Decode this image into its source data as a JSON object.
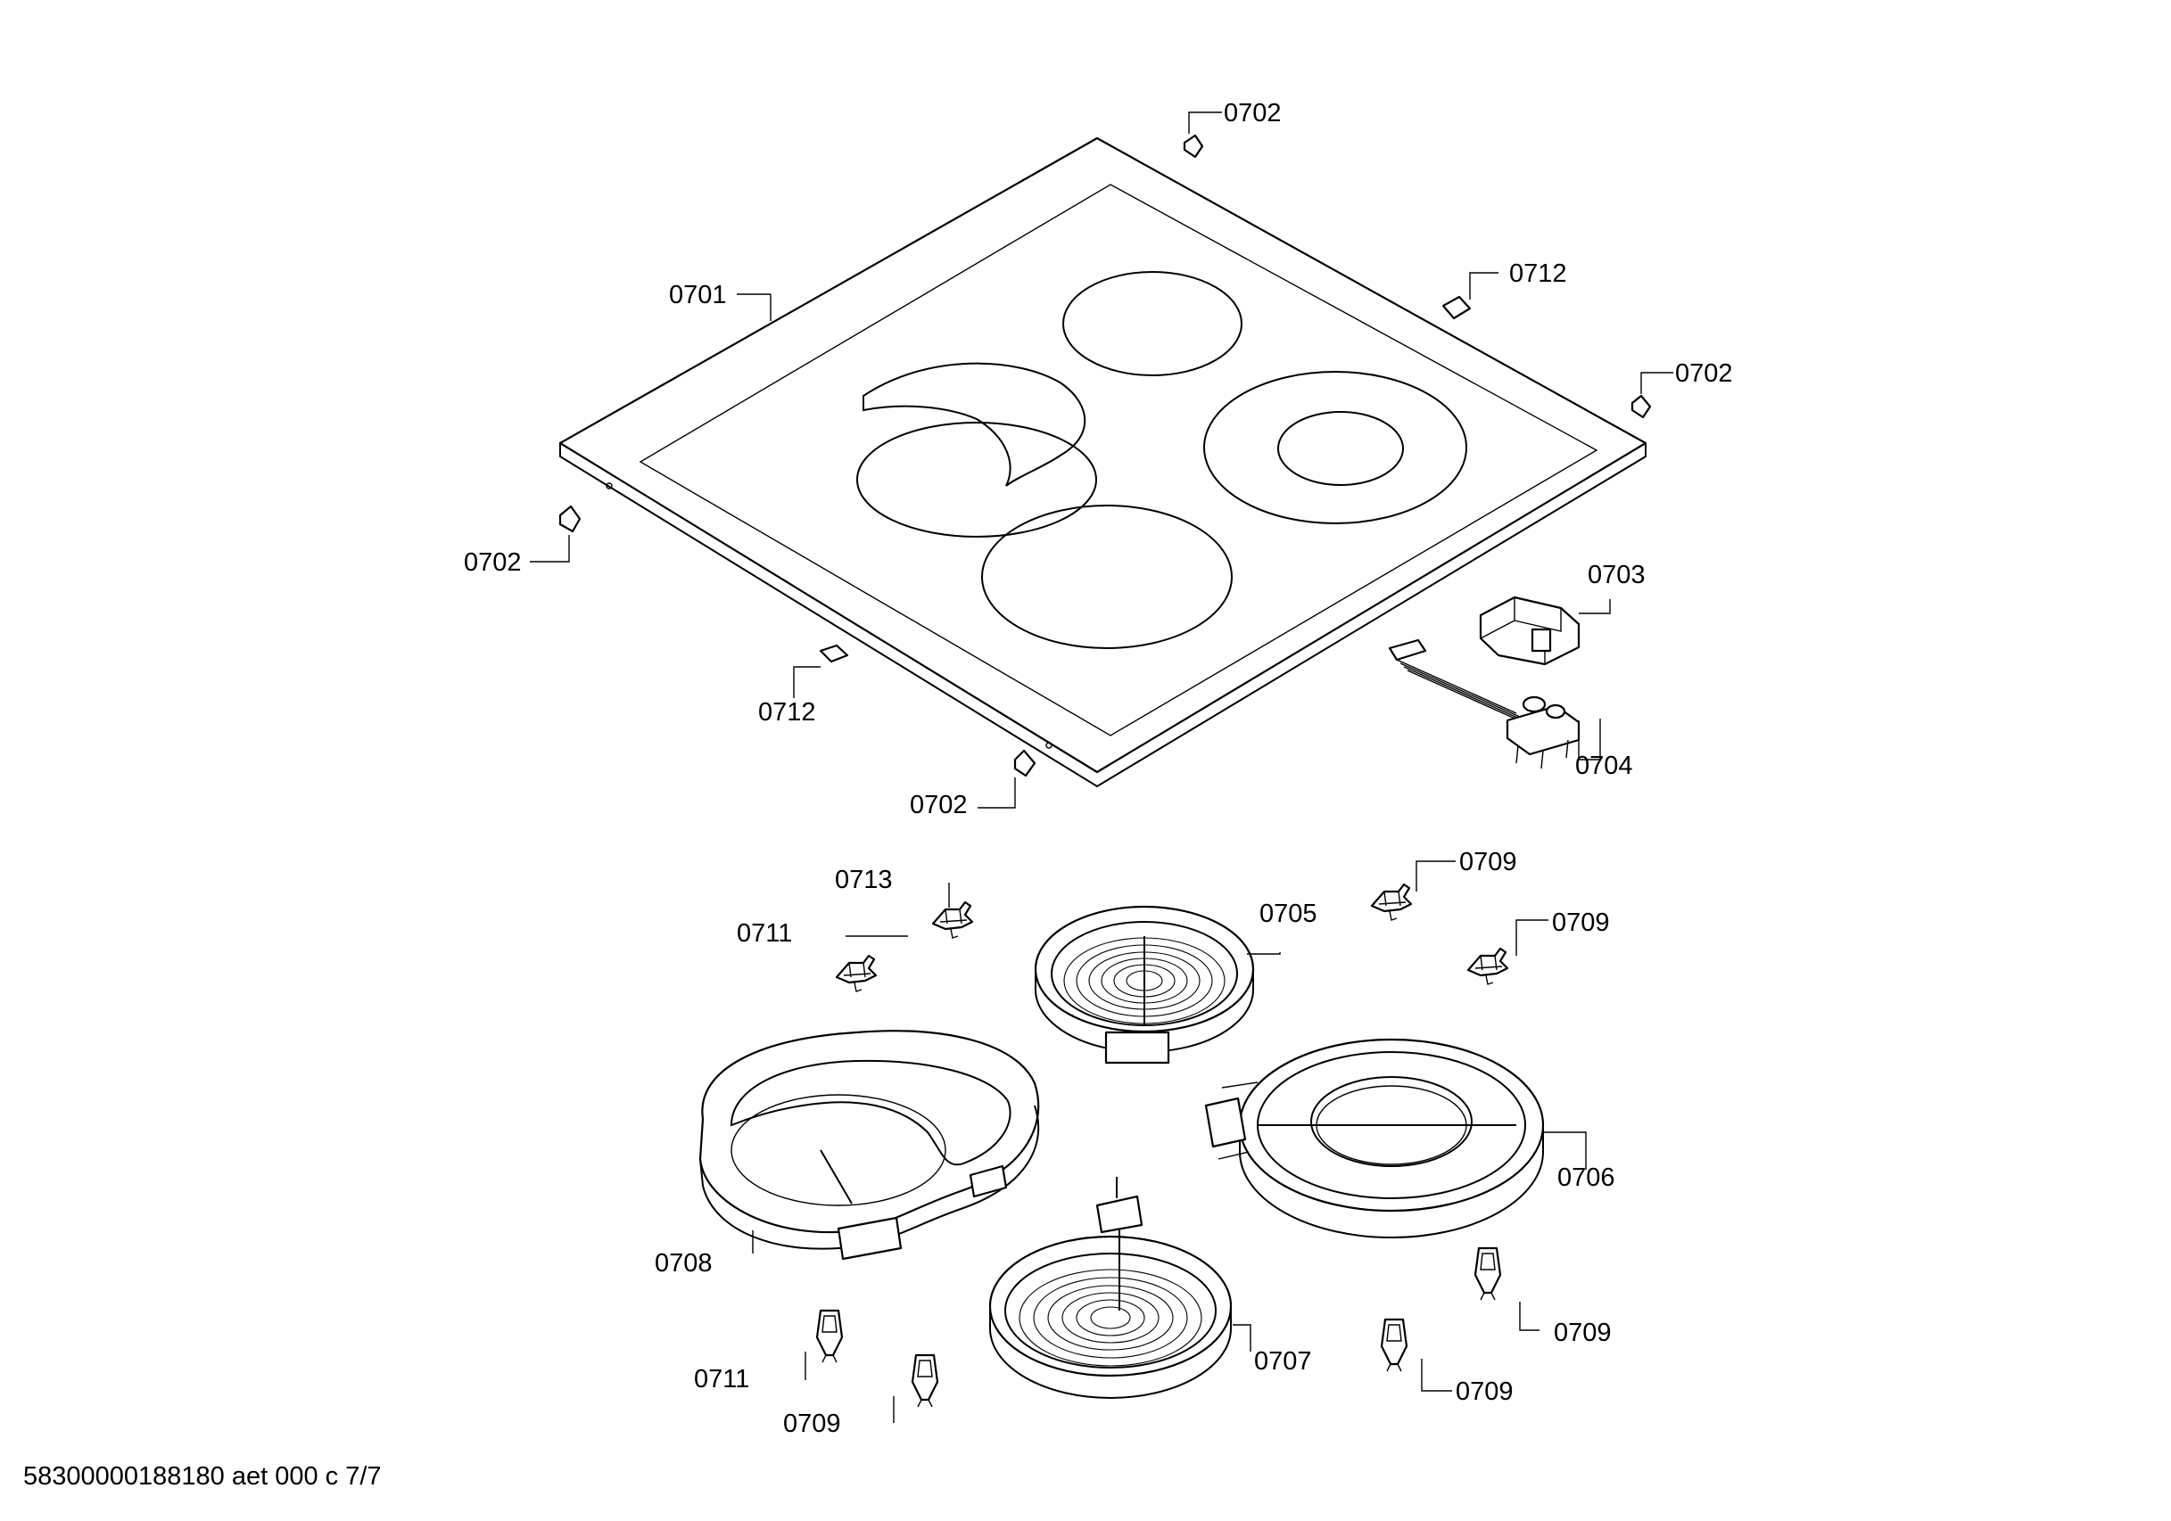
{
  "labels": {
    "l0701": "0701",
    "l0702a": "0702",
    "l0702b": "0702",
    "l0702c": "0702",
    "l0702d": "0702",
    "l0712a": "0712",
    "l0712b": "0712",
    "l0703": "0703",
    "l0704": "0704",
    "l0713": "0713",
    "l0711a": "0711",
    "l0711b": "0711",
    "l0705": "0705",
    "l0709a": "0709",
    "l0709b": "0709",
    "l0709c": "0709",
    "l0709d": "0709",
    "l0709e": "0709",
    "l0706": "0706",
    "l0708": "0708",
    "l0707": "0707"
  },
  "footer": "58300000188180 aet 000 c 7/7"
}
